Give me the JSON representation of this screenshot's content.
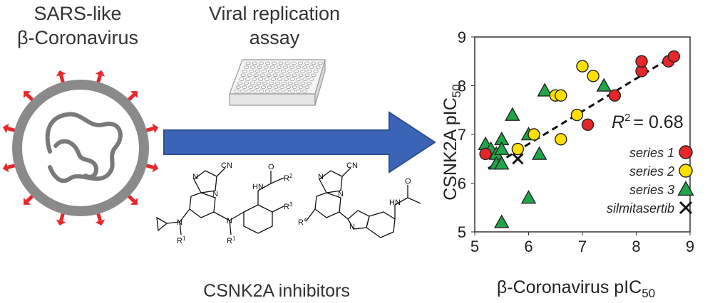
{
  "virus": {
    "line1": "SARS-like",
    "line2": "β-Coronavirus"
  },
  "assay": {
    "line1": "Viral replication",
    "line2": "assay"
  },
  "inhibitors": {
    "label": "CSNK2A inhibitors"
  },
  "molecule_labels": {
    "cn": "CN",
    "n": "N",
    "r1": "R",
    "r1_sup": "1",
    "r2": "R",
    "r2_sup": "2",
    "r3": "R",
    "r3_sup": "3",
    "r4": "R",
    "r4_sup": "4",
    "hn": "HN",
    "o": "O"
  },
  "colors": {
    "virus_shell": "#8a8a8a",
    "virus_spike": "#e8262a",
    "arrow": "#3b64b6",
    "series1": "#e8262a",
    "series2": "#ffe000",
    "series3": "#1fa64a"
  },
  "chart_data": {
    "type": "scatter",
    "xlabel": "β-Coronavirus pIC",
    "xlabel_sub": "50",
    "ylabel": "CSNK2A pIC",
    "ylabel_sub": "50",
    "xlim": [
      5,
      9
    ],
    "ylim": [
      5,
      9
    ],
    "xticks": [
      5,
      6,
      7,
      8,
      9
    ],
    "yticks": [
      5,
      6,
      7,
      8,
      9
    ],
    "grid": false,
    "r2_label": "R",
    "r2_value": "= 0.68",
    "fit_line": {
      "x": [
        5.25,
        8.75
      ],
      "y": [
        6.3,
        8.65
      ]
    },
    "legend_position": "lower-right",
    "series": [
      {
        "name": "series 1",
        "marker": "circle",
        "color": "#e8262a",
        "points": [
          [
            5.2,
            6.6
          ],
          [
            7.1,
            7.2
          ],
          [
            7.6,
            7.8
          ],
          [
            8.1,
            8.3
          ],
          [
            8.1,
            8.5
          ],
          [
            8.6,
            8.5
          ],
          [
            8.7,
            8.6
          ]
        ]
      },
      {
        "name": "series 2",
        "marker": "circle",
        "color": "#ffe000",
        "points": [
          [
            5.8,
            6.7
          ],
          [
            6.1,
            7.0
          ],
          [
            6.5,
            7.8
          ],
          [
            6.6,
            6.9
          ],
          [
            6.6,
            7.8
          ],
          [
            6.9,
            7.4
          ],
          [
            7.0,
            8.4
          ],
          [
            7.2,
            8.2
          ]
        ]
      },
      {
        "name": "series 3",
        "marker": "triangle",
        "color": "#1fa64a",
        "points": [
          [
            5.2,
            6.8
          ],
          [
            5.3,
            6.7
          ],
          [
            5.4,
            6.6
          ],
          [
            5.4,
            6.4
          ],
          [
            5.5,
            6.9
          ],
          [
            5.5,
            6.7
          ],
          [
            5.5,
            6.4
          ],
          [
            5.5,
            5.2
          ],
          [
            5.7,
            7.4
          ],
          [
            6.0,
            7.0
          ],
          [
            6.0,
            5.7
          ],
          [
            6.2,
            6.6
          ],
          [
            6.3,
            7.9
          ],
          [
            7.4,
            8.0
          ]
        ]
      },
      {
        "name": "silmitasertib",
        "marker": "x",
        "color": "#111111",
        "points": [
          [
            5.8,
            6.5
          ]
        ]
      }
    ]
  }
}
